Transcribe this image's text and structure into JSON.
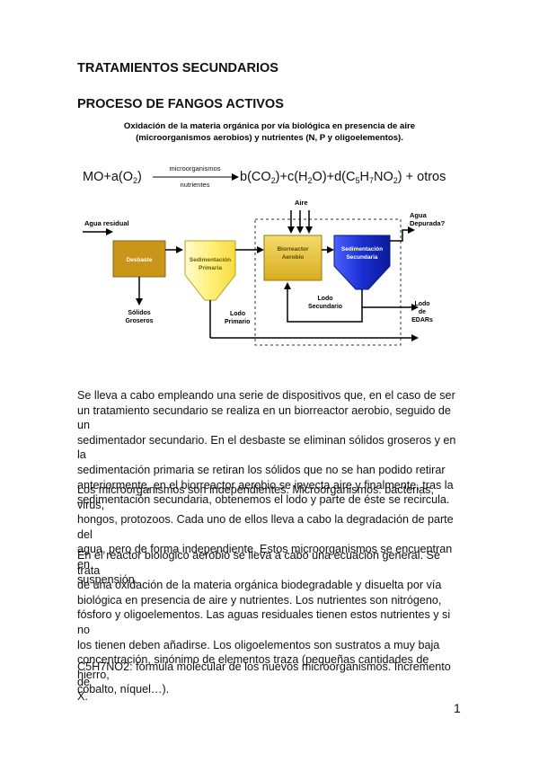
{
  "heading1": "TRATAMIENTOS SECUNDARIOS",
  "heading2": "PROCESO DE FANGOS ACTIVOS",
  "figure": {
    "caption_line1": "Oxidación de la materia orgánica por vía biológica en presencia de aire",
    "caption_line2": "(microorganismos aerobios) y nutrientes (N, P y oligoelementos).",
    "eq_left": "MO+a(O",
    "eq_left_close": ")",
    "eq_above": "microorganismos",
    "eq_below": "nutrientes",
    "eq_right": "b(CO",
    "eq_right_b": ")+c(H",
    "eq_right_c": "O)+d(C",
    "eq_right_d": "H",
    "eq_right_e": "NO",
    "eq_right_f": ") + otros",
    "sub2": "2",
    "sub5": "5",
    "sub7": "7",
    "labels": {
      "agua_residual": "Agua residual",
      "aire": "Aire",
      "agua_depurada_1": "Agua",
      "agua_depurada_2": "Depurada?",
      "desbaste": "Desbaste",
      "sed_primaria_1": "Sedimentación",
      "sed_primaria_2": "Primaria",
      "biorreactor_1": "Biorreactor",
      "biorreactor_2": "Aerobio",
      "sed_secundaria_1": "Sedimentación",
      "sed_secundaria_2": "Secundaria",
      "solidos_1": "Sólidos",
      "solidos_2": "Groseros",
      "lodo_primario_1": "Lodo",
      "lodo_primario_2": "Primario",
      "lodo_secundario_1": "Lodo",
      "lodo_secundario_2": "Secundario",
      "lodo_edars_1": "Lodo",
      "lodo_edars_2": "de",
      "lodo_edars_3": "EDARs"
    },
    "colors": {
      "desbaste": "#c9961a",
      "sed_primaria": "#fff08a",
      "biorreactor": "#e9c84a",
      "sed_secundaria": "#1a2fd0"
    }
  },
  "paragraphs": {
    "p1": [
      "Se lleva a cabo empleando una serie de dispositivos que, en el caso de ser",
      "un tratamiento secundario se realiza en un biorreactor aerobio, seguido de un",
      "sedimentador secundario. En el desbaste se eliminan sólidos groseros y en la",
      "sedimentación primaria se retiran los sólidos que no se han podido retirar",
      "anteriormente, en el biorreactor aerobio se inyecta aire y finalmente, tras la",
      "sedimentación secundaria, obtenemos el lodo y parte de éste se recircula."
    ],
    "p2": [
      "Los microorganismos son independientes. Microorganismos: bacterias, virus,",
      "hongos, protozoos. Cada uno de ellos lleva a cabo la degradación de parte del",
      "agua, pero de forma independiente. Estos microorganismos se encuentran en",
      "suspensión."
    ],
    "p3": [
      "En el reactor biológico aerobio se lleva a cabo una ecuación general. Se trata",
      "de una oxidación de la materia orgánica biodegradable y disuelta por vía",
      "biológica en presencia de aire y nutrientes. Los nutrientes son nitrógeno,",
      "fósforo y oligoelementos. Las aguas residuales tienen estos nutrientes y si no",
      "los tienen deben añadirse. Los oligoelementos son sustratos a muy baja",
      "concentración, sinónimo de elementos traza (pequeñas cantidades de hierro,",
      "cobalto, níquel…)."
    ],
    "p4": [
      "C5H7NO2: fórmula molecular de los nuevos microorganismos. Incremento de",
      "X."
    ]
  },
  "page_number": "1"
}
